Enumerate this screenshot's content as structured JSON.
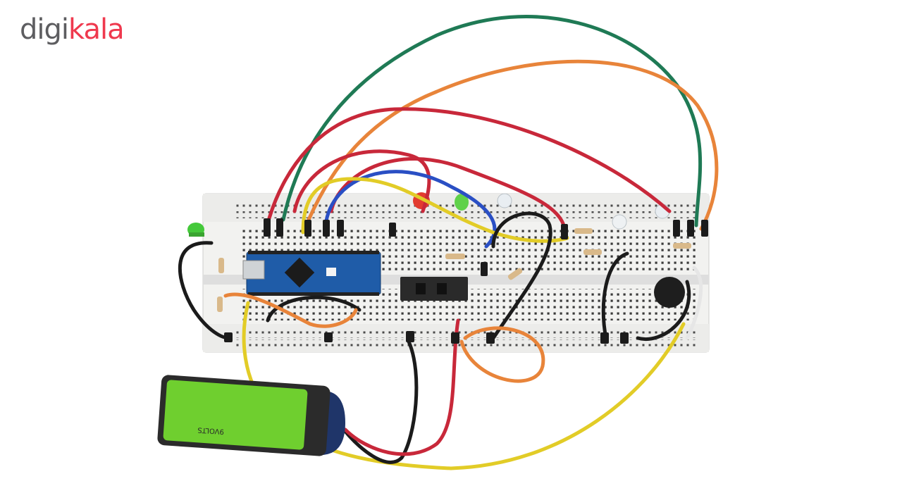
{
  "brand": {
    "name_part1": "digi",
    "name_part2": "kala",
    "color_dark": "#5d5d60",
    "color_accent": "#ef394e"
  },
  "battery": {
    "label": "9VOLTS",
    "color": "#6fcf2f"
  },
  "wire_colors": {
    "green": "#1f7a55",
    "orange": "#e8843a",
    "red": "#c8283a",
    "blue": "#2a4fc4",
    "yellow": "#e2cc27",
    "black": "#1b1b1b",
    "white": "#e6e6e6"
  }
}
